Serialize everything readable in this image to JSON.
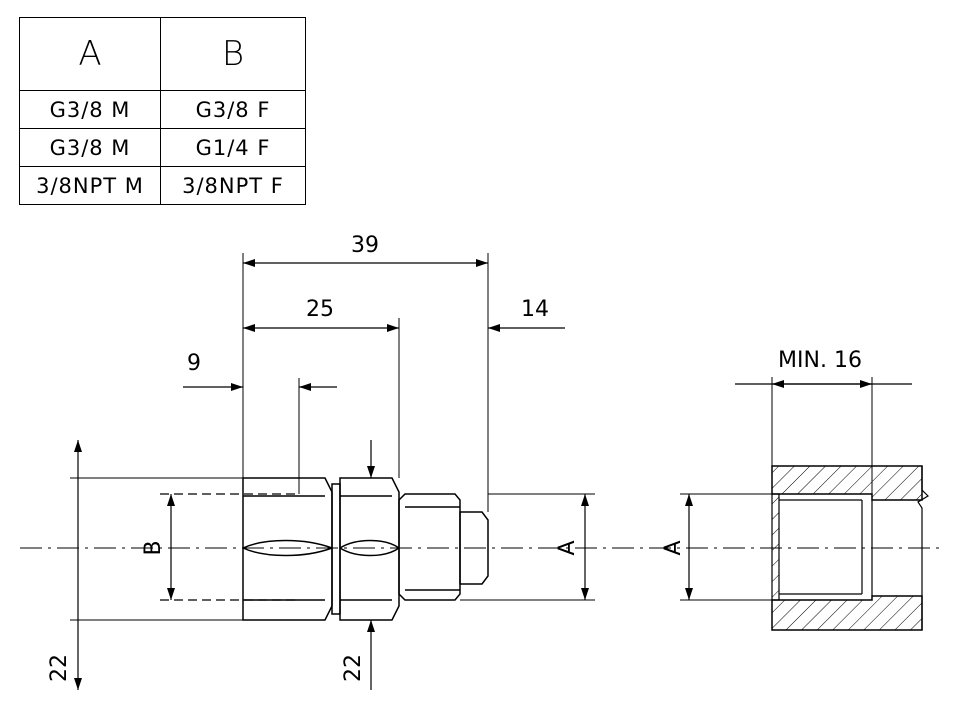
{
  "table": {
    "headers": [
      "A",
      "B"
    ],
    "rows": [
      [
        "G3/8 M",
        "G3/8 F"
      ],
      [
        "G3/8 M",
        "G1/4 F"
      ],
      [
        "3/8NPT M",
        "3/8NPT F"
      ]
    ]
  },
  "dimensions": {
    "overall": "39",
    "body": "25",
    "stub": "14",
    "nut": "9",
    "spanner_left": "22",
    "spanner_right": "22",
    "min_depth": "MIN. 16",
    "label_b": "B",
    "label_a_fitting": "A",
    "label_a_port": "A"
  }
}
